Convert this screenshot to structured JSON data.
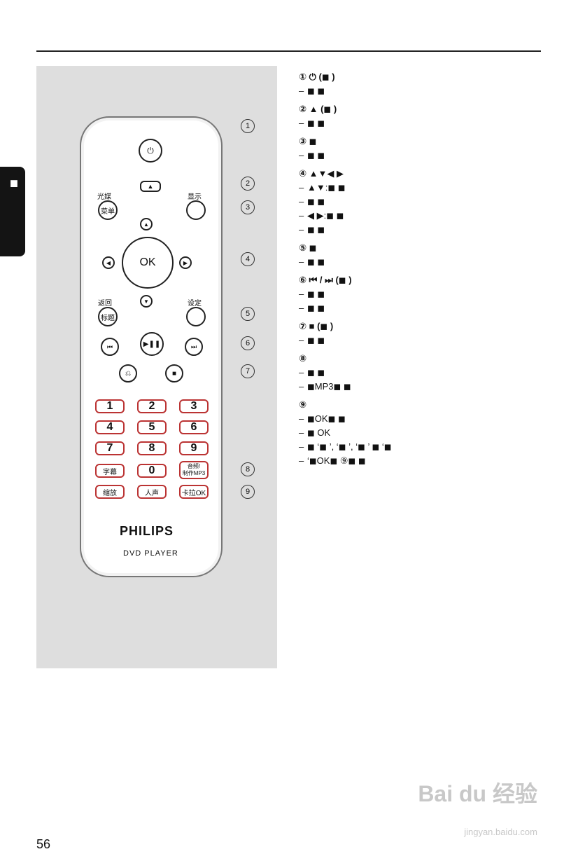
{
  "page": {
    "number": "56"
  },
  "sidebar": {
    "tab_label": "◼︎"
  },
  "remote": {
    "labels": {
      "power": "⏻",
      "eject": "▲",
      "disc_menu_top": "光媒",
      "disc_menu": "菜单",
      "display": "显示",
      "ok": "OK",
      "back_top": "返回",
      "title": "标题",
      "setup": "设定",
      "prev": "⏮",
      "playpause": "▶❚❚",
      "next": "⏭",
      "usb": "⎌",
      "stop": "■",
      "n1": "1",
      "n2": "2",
      "n3": "3",
      "n4": "4",
      "n5": "5",
      "n6": "6",
      "n7": "7",
      "n8": "8",
      "n9": "9",
      "n0": "0",
      "subtitle": "字幕",
      "audio": "音频/\n制作MP3",
      "repeat": "缩放",
      "vocal": "人声",
      "karaoke": "卡拉OK"
    },
    "brand": "PHILIPS",
    "model": "DVD PLAYER",
    "callouts": [
      "1",
      "2",
      "3",
      "4",
      "5",
      "6",
      "7",
      "8",
      "9"
    ]
  },
  "content": {
    "sections": [
      {
        "title": "① ⏻ (◼︎ )",
        "items": [
          "◼︎ ◼︎"
        ]
      },
      {
        "title": "② ▲ (◼︎ )",
        "items": [
          "◼︎ ◼︎"
        ]
      },
      {
        "title": "③ ◼︎",
        "items": [
          "◼︎ ◼︎"
        ]
      },
      {
        "title": "④ ▲▼◀ ▶",
        "items": [
          "▲▼:◼︎ ◼︎",
          "◼︎ ◼︎",
          "◀ ▶:◼︎ ◼︎",
          "◼︎ ◼︎"
        ]
      },
      {
        "title": "⑤ ◼︎",
        "items": [
          "◼︎ ◼︎"
        ]
      },
      {
        "title": "⑥ ⏮ / ⏭ (◼︎ )",
        "items": [
          "◼︎ ◼︎",
          "◼︎ ◼︎"
        ]
      },
      {
        "title": "⑦ ■ (◼︎ )",
        "items": [
          "◼︎ ◼︎"
        ]
      },
      {
        "title": "⑧",
        "items": [
          "◼︎ ◼︎",
          "◼︎MP3◼︎ ◼︎"
        ]
      },
      {
        "title": "⑨",
        "items": [
          "◼︎OK◼︎ ◼︎",
          "◼︎ OK",
          "◼︎ ‘◼︎ ’, ‘◼︎ ’, ‘◼︎ ’ ◼︎ ‘◼︎",
          "‘◼︎OK◼︎ ⑨◼︎ ◼︎"
        ]
      }
    ]
  },
  "watermark": {
    "line1": "Bai du 经验",
    "line2": "jingyan.baidu.com"
  }
}
